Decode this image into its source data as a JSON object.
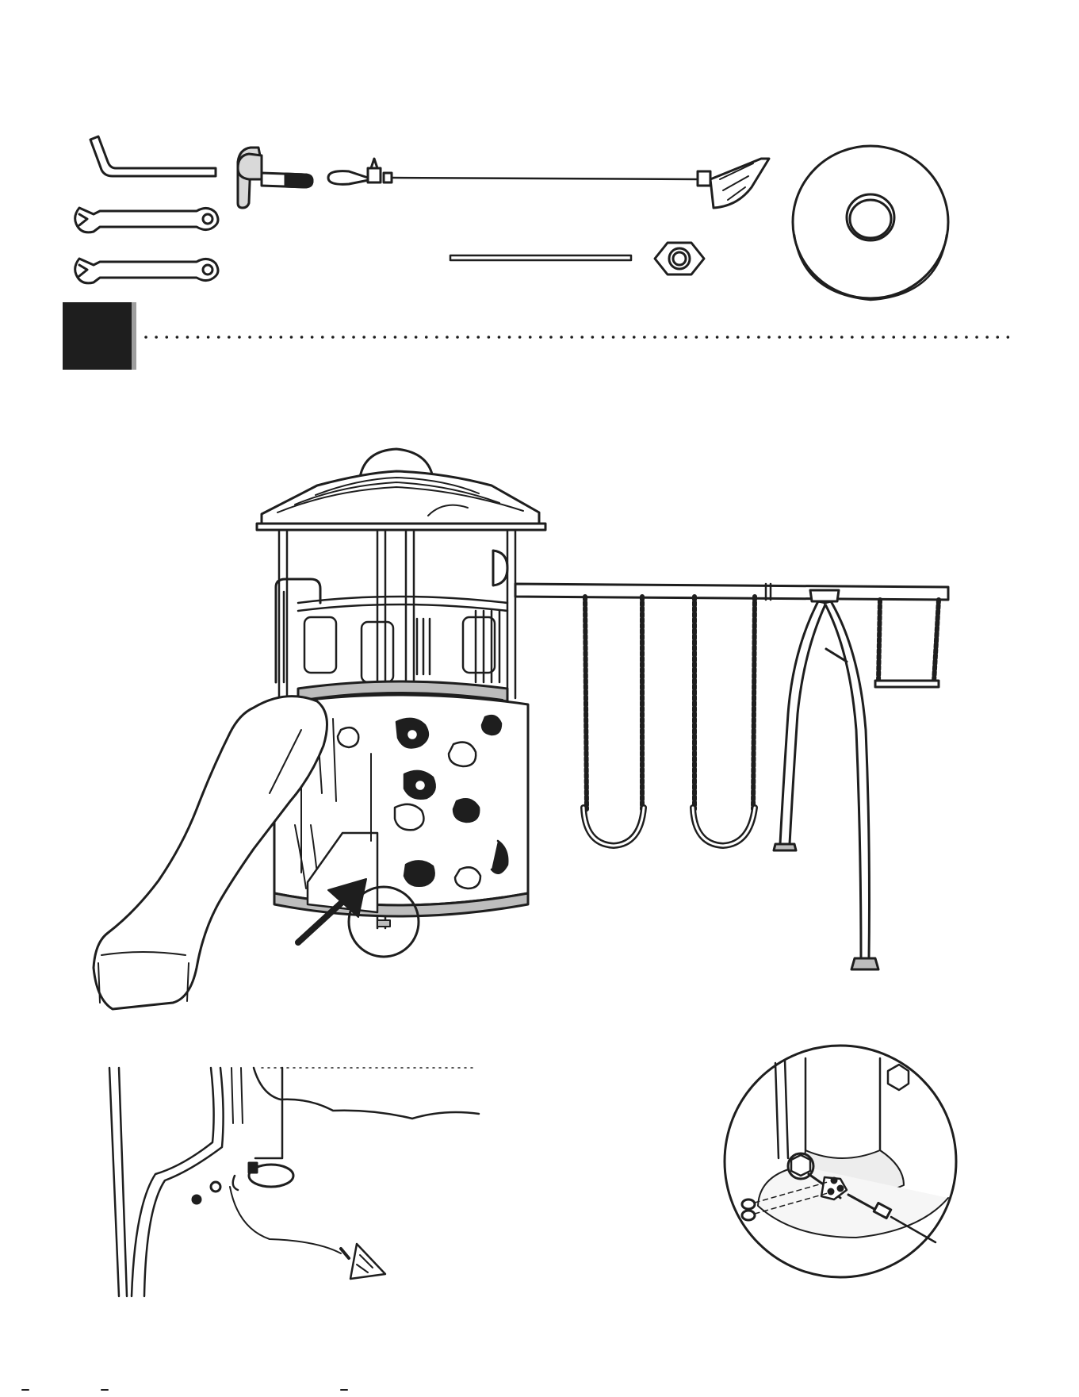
{
  "page": {
    "background": "#ffffff",
    "ink": "#1e1e1e",
    "step_badge_color": "#1e1e1e",
    "step_badge_edge_color": "#9e9e9e",
    "step_number": ""
  },
  "hardware": [
    {
      "name": "hex-key"
    },
    {
      "name": "open-end-wrench"
    },
    {
      "name": "open-end-wrench"
    },
    {
      "name": "hammer"
    },
    {
      "name": "ground-anchor-cable"
    },
    {
      "name": "threaded-rod"
    },
    {
      "name": "hex-nut"
    },
    {
      "name": "round-disc"
    }
  ],
  "illustrations": {
    "main": "playset-overview",
    "detail_left": "anchor-cable-attachment",
    "detail_right": "anchor-bracket-closeup"
  }
}
